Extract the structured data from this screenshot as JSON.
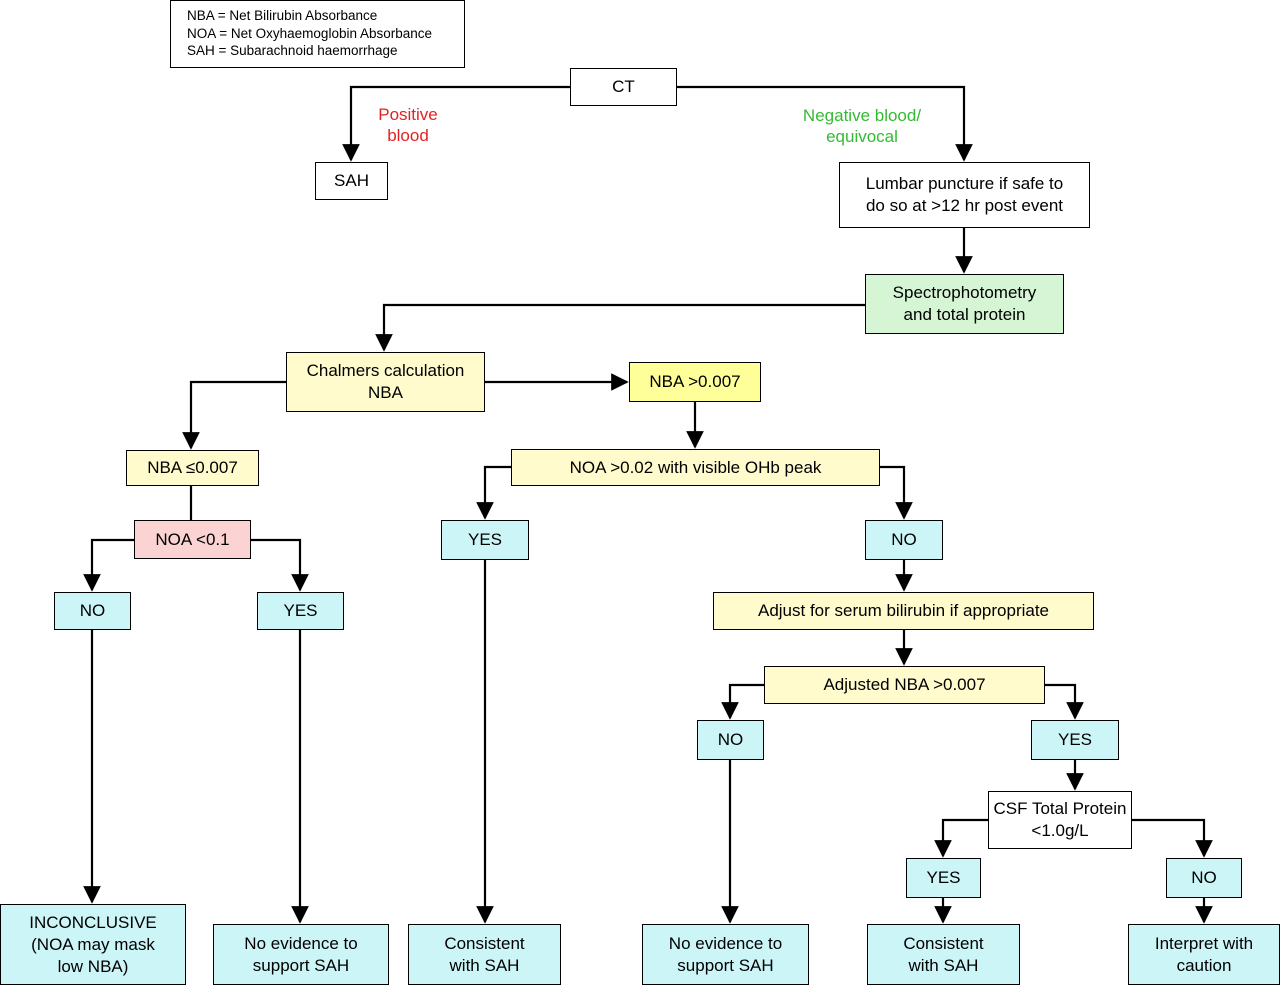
{
  "legend": {
    "line1": "NBA = Net Bilirubin Absorbance",
    "line2": "NOA = Net Oxyhaemoglobin Absorbance",
    "line3": "SAH = Subarachnoid haemorrhage"
  },
  "branch_labels": {
    "positive_1": "Positive",
    "positive_2": "blood",
    "negative_1": "Negative blood/",
    "negative_2": "equivocal"
  },
  "nodes": {
    "ct": "CT",
    "sah": "SAH",
    "lumbar_1": "Lumbar puncture if safe to",
    "lumbar_2": "do so at >12 hr post event",
    "spectro_1": "Spectrophotometry",
    "spectro_2": "and total protein",
    "chalmers_1": "Chalmers calculation",
    "chalmers_2": "NBA",
    "nba_gt": "NBA >0.007",
    "nba_le": "NBA ≤0.007",
    "noa_lt": "NOA <0.1",
    "noa_gt_peak": "NOA >0.02 with visible OHb peak",
    "left_no": "NO",
    "left_yes": "YES",
    "mid_yes": "YES",
    "mid_no": "NO",
    "adjust": "Adjust for serum bilirubin if appropriate",
    "adjusted_nba": "Adjusted NBA >0.007",
    "adj_no": "NO",
    "adj_yes": "YES",
    "csf_1": "CSF Total Protein",
    "csf_2": "<1.0g/L",
    "csf_yes": "YES",
    "csf_no": "NO",
    "out_inconclusive_1": "INCONCLUSIVE",
    "out_inconclusive_2": "(NOA may mask",
    "out_inconclusive_3": "low NBA)",
    "out_noevidence1_1": "No evidence to",
    "out_noevidence1_2": "support SAH",
    "out_consistent1_1": "Consistent",
    "out_consistent1_2": "with SAH",
    "out_noevidence2_1": "No evidence to",
    "out_noevidence2_2": "support SAH",
    "out_consistent2_1": "Consistent",
    "out_consistent2_2": "with SAH",
    "out_caution_1": "Interpret with",
    "out_caution_2": "caution"
  },
  "colors": {
    "positive_label": "#e52222",
    "negative_label": "#33bb33",
    "green_box": "#d5f5d5",
    "yellow_box": "#fffbcc",
    "bright_yellow_box": "#ffff99",
    "pink_box": "#fbd3d3",
    "cyan_box": "#ccf5f8"
  }
}
